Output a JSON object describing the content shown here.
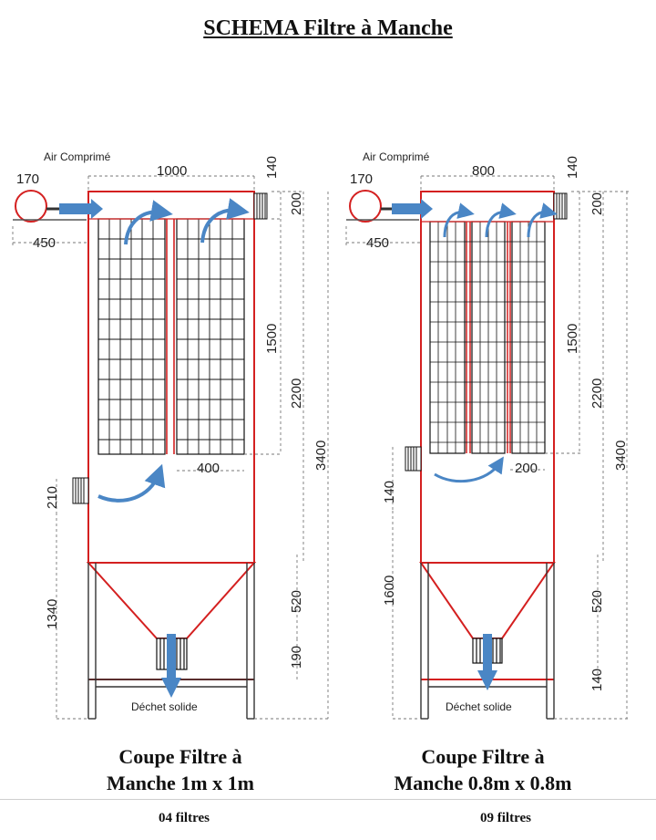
{
  "title": "SCHEMA Filtre à Manche",
  "left": {
    "air_label": "Air Comprimé",
    "dims": {
      "compressor": "170",
      "width": "1000",
      "top_vent": "140",
      "top_gap": "200",
      "inlet_offset": "450",
      "bag_height": "1500",
      "upper_height": "2200",
      "total_height": "3400",
      "bag_spacing": "400",
      "side_inlet": "210",
      "legs": "1340",
      "cone": "520",
      "outlet": "190"
    },
    "waste_label": "Déchet solide",
    "caption_line1": "Coupe Filtre à",
    "caption_line2": "Manche 1m x 1m",
    "count": "04 filtres"
  },
  "right": {
    "air_label": "Air Comprimé",
    "dims": {
      "compressor": "170",
      "width": "800",
      "top_vent": "140",
      "top_gap": "200",
      "inlet_offset": "450",
      "bag_height": "1500",
      "upper_height": "2200",
      "total_height": "3400",
      "bag_spacing": "200",
      "side_inlet": "140",
      "legs": "1600",
      "cone": "520",
      "outlet": "140"
    },
    "waste_label": "Déchet solide",
    "caption_line1": "Coupe Filtre à",
    "caption_line2": "Manche 0.8m x 0.8m",
    "count": "09 filtres"
  },
  "colors": {
    "housing": "#d42020",
    "arrow": "#4a86c5",
    "grid": "#111111",
    "dimension": "#777777"
  }
}
